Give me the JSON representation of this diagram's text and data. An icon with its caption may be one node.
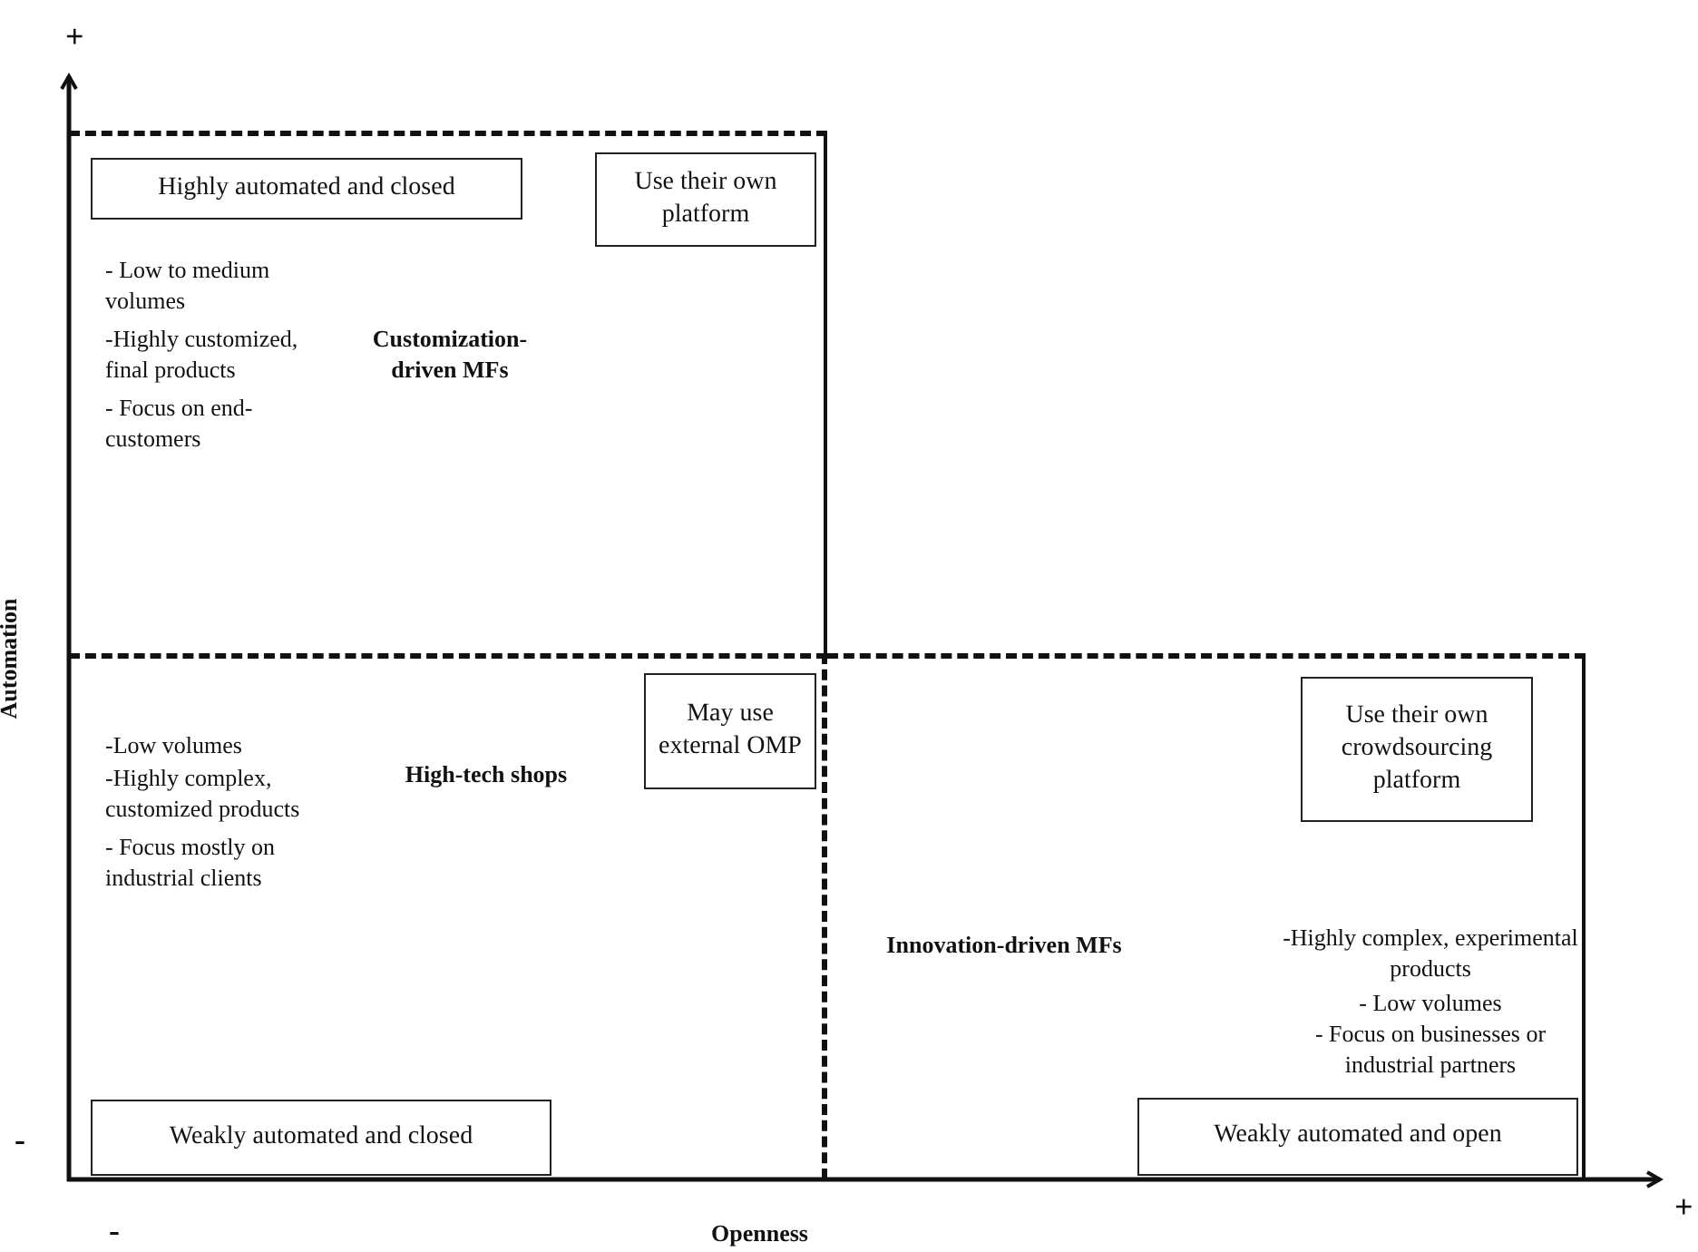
{
  "diagram": {
    "nodes": [
      {
        "text": [
          "- Low to medium volumes",
          "-Highly customized, final products",
          "- Focus on end-customers",
          "Customization-driven MFs"
        ]
      },
      {
        "text": [
          "Highly automated and closed"
        ],
        "in": 0
      },
      {
        "text": [
          "Use their own platform"
        ],
        "in": 0
      },
      {
        "text": [
          "-Low volumes",
          "-Highly complex, customized products",
          "- Focus mostly on industrial clients",
          "High-tech shops"
        ]
      },
      {
        "text": [
          "May use external OMP"
        ],
        "in": 3
      },
      {
        "text": [
          "Weakly automated and closed"
        ],
        "in": 3
      },
      {
        "text": [
          "Innovation-driven MFs",
          "-Highly complex, experimental products",
          "- Low volumes",
          "- Focus on businesses or industrial partners"
        ]
      },
      {
        "text": [
          "Use their own crowdsourcing platform"
        ],
        "in": 6
      },
      {
        "text": [
          "Weakly automated and open"
        ],
        "in": 6
      }
    ],
    "edges": [],
    "labels": [
      "+",
      "Automation",
      "-",
      "-",
      "Openness",
      "+"
    ]
  }
}
